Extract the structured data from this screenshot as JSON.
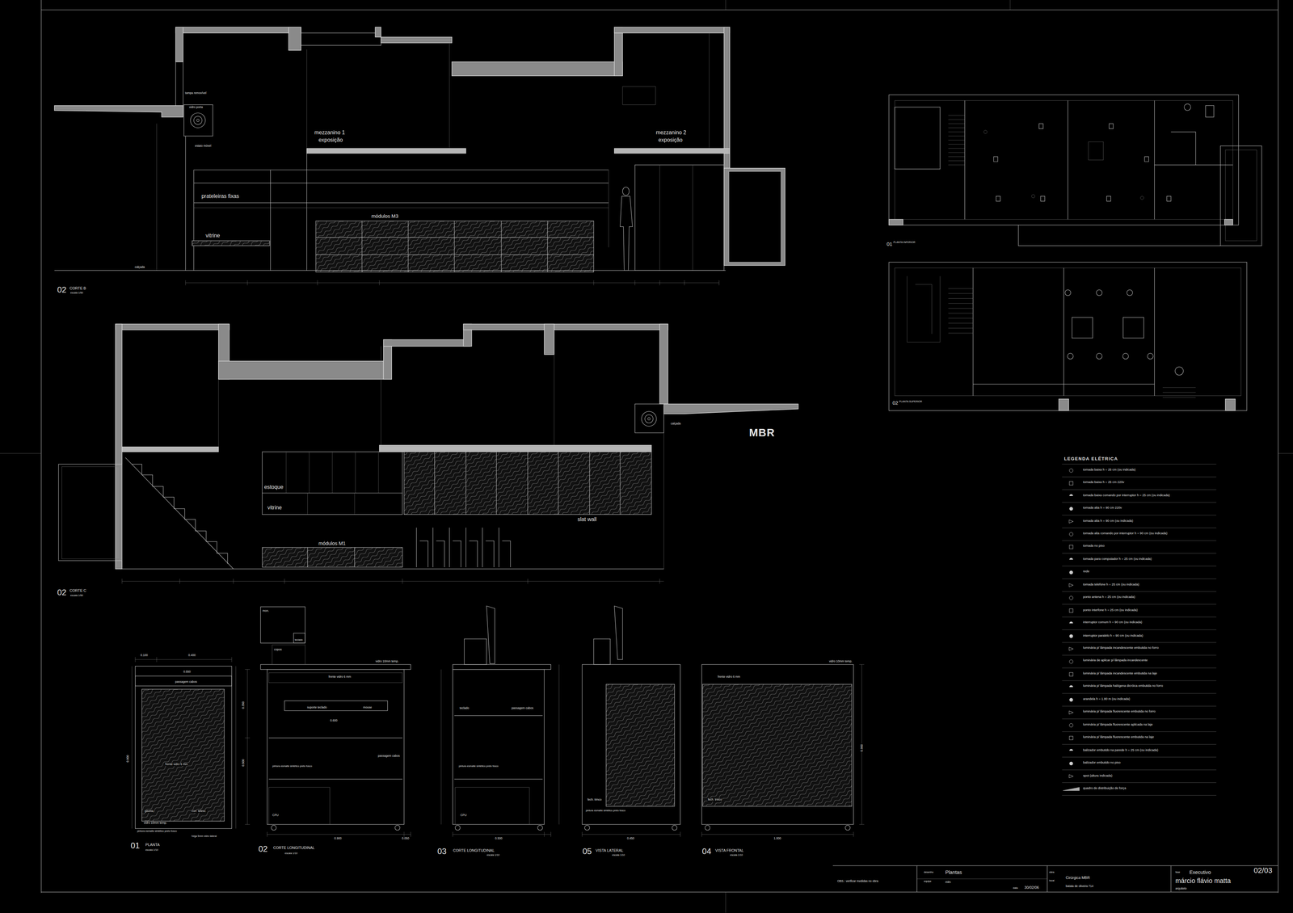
{
  "diagram": {
    "labels": [
      "tampa removível",
      "vidro porta",
      "estaio móvel",
      "mezzanino 1",
      "exposição",
      "mezzanino 2",
      "exposição",
      "prateleiras fixas",
      "vitrine",
      "módulos M3",
      "calçada",
      "02",
      "CORTE B",
      "escala 1/50",
      "estoque",
      "vitrine",
      "slat wall",
      "módulos M1",
      "calçada",
      "MBR",
      "02",
      "CORTE C",
      "escala 1/50",
      "01",
      "PLANTA INFERIOR",
      "02",
      "PLANTA SUPERIOR",
      "0.100",
      "0.400",
      "0.550",
      "passagem cabos",
      "frente vidro 6 mm",
      "gaveta",
      "corr. telesc.",
      "vidro 10mm temp.",
      "pintura esmalte sintético preto fosco",
      "folga 5mm vidro lateral",
      "0.900",
      "01",
      "PLANTA",
      "escala 1/10",
      "mon.",
      "copos",
      "teclado",
      "frente vidro 6 mm",
      "vidro 10mm temp.",
      "suporte teclado",
      "mouse",
      "0.600",
      "passagem cabos",
      "pintura esmalte sintético preto fosco",
      "CPU",
      "0.900",
      "0.050",
      "0.350",
      "0.500",
      "02",
      "CORTE LONGITUDINAL",
      "escala 1/10",
      "teclado",
      "passagem cabos",
      "pintura esmalte sintético preto fosco",
      "CPU",
      "0.500",
      "03",
      "CORTE LONGITUDINAL",
      "escala 1/10",
      "fech. trinco",
      "pintura esmalte sintético preto fosco",
      "0.450",
      "05",
      "VISTA LATERAL",
      "escala 1/10",
      "frente vidro 6 mm",
      "vidro 10mm temp.",
      "fech. trinco",
      "1.000",
      "0.900",
      "04",
      "VISTA FRONTAL",
      "escala 1/10",
      "LEGENDA ELÉTRICA",
      "OBS.: verificar medidas no obra",
      "desenho",
      "Plantas",
      "equipe",
      "mlm",
      "data",
      "30/02/06",
      "obra",
      "local",
      "Cirúrgica MBR",
      "batata de oliveira 714",
      "fase",
      "Executivo",
      "02/03",
      "márcio flávio matta",
      "arquiteto"
    ],
    "legend": [
      {
        "text": "tomada baixa   h = 25 cm (ou indicada)"
      },
      {
        "text": "tomada baixa   h = 25 cm 220v"
      },
      {
        "text": "tomada baixa comando por interruptor   h = 25 cm (ou indicada)"
      },
      {
        "text": "tomada alta   h = 90 cm 220v"
      },
      {
        "text": "tomada alta   h = 90 cm (ou indicada)"
      },
      {
        "text": "tomada alta comando por interruptor   h = 90 cm (ou indicada)"
      },
      {
        "text": "tomada no piso"
      },
      {
        "text": "tomada para computador   h = 25 cm (ou indicada)"
      },
      {
        "text": "rede"
      },
      {
        "text": "tomada telefone   h = 25 cm (ou indicada)"
      },
      {
        "text": "ponto antena   h = 25 cm (ou indicada)"
      },
      {
        "text": "ponto interfone   h = 25 cm (ou indicada)"
      },
      {
        "text": "interruptor comum   h = 90 cm (ou indicada)"
      },
      {
        "text": "interruptor paralelo   h = 90 cm (ou indicada)"
      },
      {
        "text": "luminária p/ lâmpada incandescente embutida no forro"
      },
      {
        "text": "luminária de aplicar p/ lâmpada incandescente"
      },
      {
        "text": "luminária p/ lâmpada incandescente embutida na laje"
      },
      {
        "text": "luminária p/ lâmpada halógena dicróica embutida no forro"
      },
      {
        "text": "arandela   h = 1.80 m (ou indicada)"
      },
      {
        "text": "luminária p/ lâmpada fluorescente embutida no forro"
      },
      {
        "text": "luminária p/ lâmpada fluorescente aplicada na laje"
      },
      {
        "text": "luminária p/ lâmpada fluorescente embutida na laje"
      },
      {
        "text": "balizador embutido na parede   h = 25 cm (ou indicada)"
      },
      {
        "text": "balizador embutido no piso"
      },
      {
        "text": "spot (altura indicada)"
      },
      {
        "text": "quadro de distribuição de força"
      }
    ]
  }
}
